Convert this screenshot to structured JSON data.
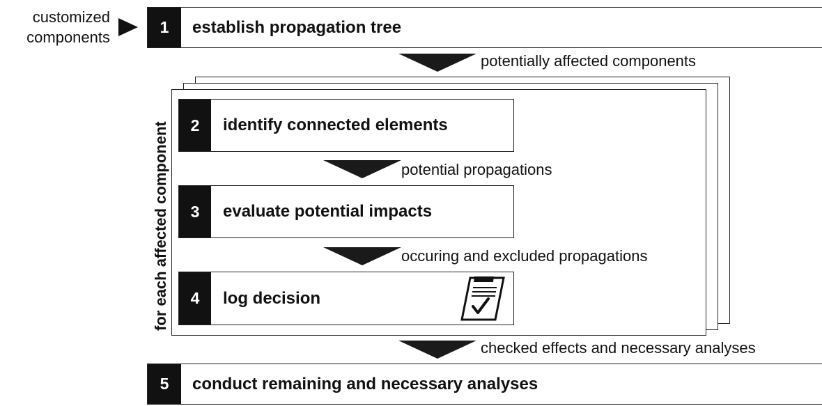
{
  "input_label": {
    "line1": "customized",
    "line2": "components"
  },
  "steps": [
    {
      "number": "1",
      "label": "establish propagation tree"
    },
    {
      "number": "2",
      "label": "identify connected elements"
    },
    {
      "number": "3",
      "label": "evaluate potential impacts"
    },
    {
      "number": "4",
      "label": "log decision"
    },
    {
      "number": "5",
      "label": "conduct remaining and necessary analyses"
    }
  ],
  "flows": [
    "potentially affected components",
    "potential propagations",
    "occuring and excluded propagations",
    "checked effects and necessary analyses"
  ],
  "loop_label": "for each affected component",
  "colors": {
    "number_block": "#111111",
    "border": "#222222",
    "arrow": "#1a1a1a"
  },
  "icons": {
    "input_arrow": "triangle-right",
    "flow_arrow": "triangle-down",
    "decision": "clipboard-check"
  }
}
